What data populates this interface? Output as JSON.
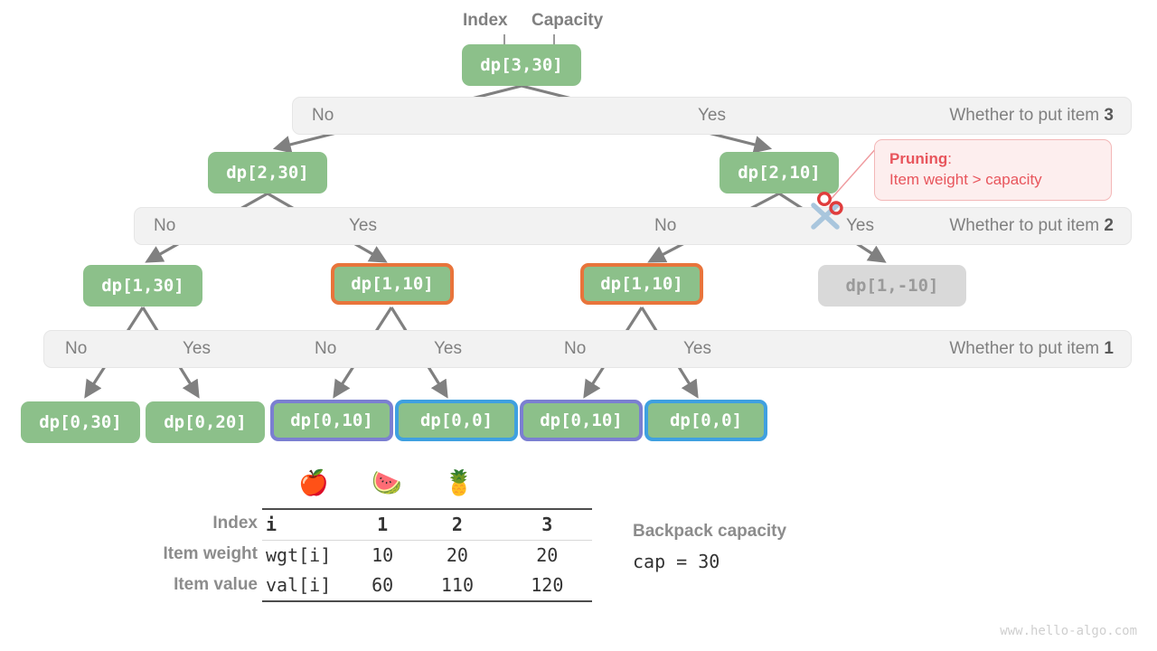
{
  "annotations": {
    "index_label": "Index",
    "capacity_label": "Capacity"
  },
  "tree": {
    "levels": [
      {
        "question": "Whether to put item ",
        "question_item": "3",
        "no_label": "No",
        "yes_label": "Yes",
        "nodes": [
          {
            "text": "dp[3,30]"
          }
        ]
      },
      {
        "question": "Whether to put item ",
        "question_item": "2",
        "no_label": "No",
        "yes_label": "Yes",
        "nodes": [
          {
            "text": "dp[2,30]"
          },
          {
            "text": "dp[2,10]"
          }
        ]
      },
      {
        "question": "Whether to put item ",
        "question_item": "1",
        "no_label": "No",
        "yes_label": "Yes",
        "nodes": [
          {
            "text": "dp[1,30]"
          },
          {
            "text": "dp[1,10]"
          },
          {
            "text": "dp[1,10]"
          },
          {
            "text": "dp[1,-10]"
          }
        ]
      },
      {
        "nodes": [
          {
            "text": "dp[0,30]"
          },
          {
            "text": "dp[0,20]"
          },
          {
            "text": "dp[0,10]"
          },
          {
            "text": "dp[0,0]"
          },
          {
            "text": "dp[0,10]"
          },
          {
            "text": "dp[0,0]"
          }
        ]
      }
    ],
    "branch_labels_row1": [
      "No",
      "Yes"
    ],
    "branch_labels_row2": [
      "No",
      "Yes",
      "No",
      "Yes"
    ],
    "branch_labels_row3": [
      "No",
      "Yes",
      "No",
      "Yes",
      "No",
      "Yes"
    ]
  },
  "pruning_callout": {
    "title": "Pruning",
    "colon": ":",
    "detail": "Item weight > capacity"
  },
  "table": {
    "fruit_icons": [
      "apple-icon",
      "watermelon-icon",
      "pineapple-icon"
    ],
    "fruit_glyphs": [
      "🍎",
      "🍉",
      "🍍"
    ],
    "row_labels": [
      "Index",
      "Item weight",
      "Item value"
    ],
    "rows": [
      {
        "key": "i",
        "values": [
          "1",
          "2",
          "3"
        ]
      },
      {
        "key": "wgt[i]",
        "values": [
          "10",
          "20",
          "20"
        ]
      },
      {
        "key": "val[i]",
        "values": [
          "60",
          "110",
          "120"
        ]
      }
    ]
  },
  "capacity": {
    "title": "Backpack capacity",
    "code": "cap = 30"
  },
  "watermark": "www.hello-algo.com",
  "colors": {
    "node_green": "#8cc08a",
    "node_muted": "#d9d9d9",
    "border_orange": "#e8743b",
    "border_purple": "#7b7fd1",
    "border_blue": "#3fa0e0",
    "callout_red": "#e8555c",
    "callout_bg": "#fdeeee",
    "levelbar_bg": "#f2f2f2",
    "arrow_gray": "#808080"
  }
}
